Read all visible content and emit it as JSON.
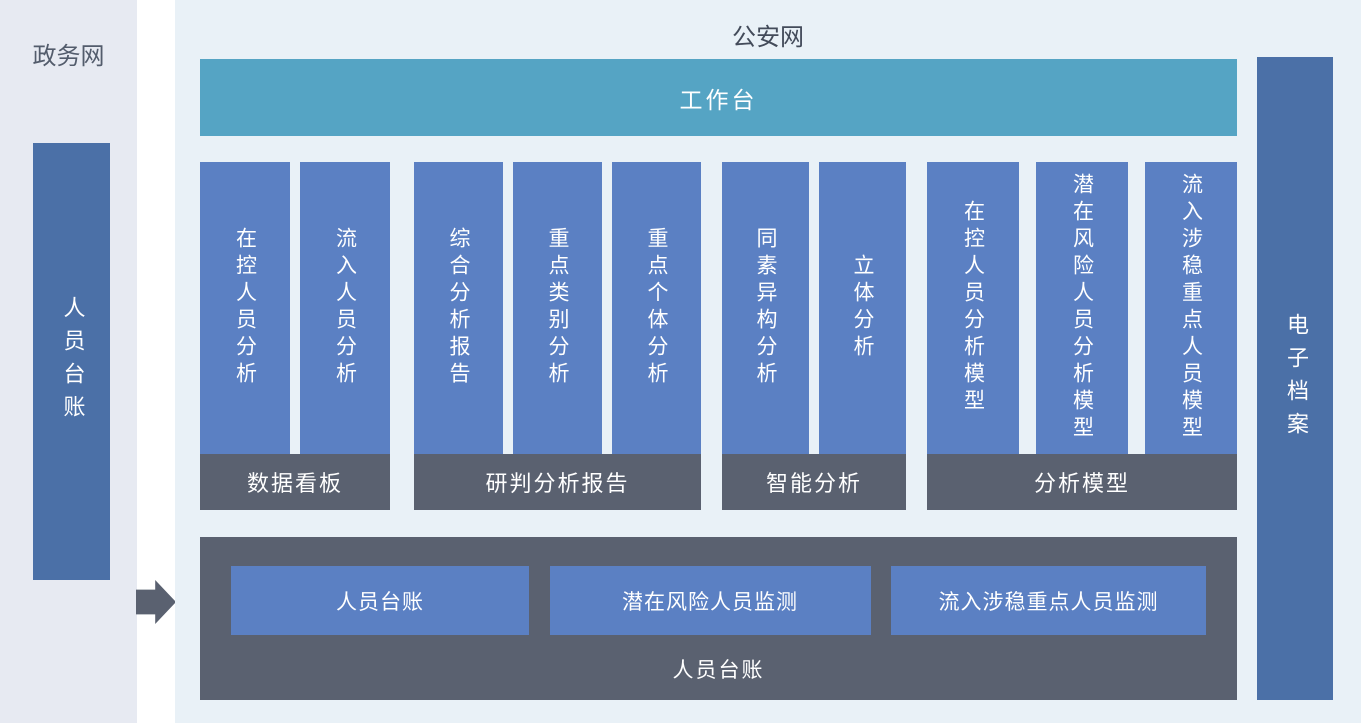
{
  "left_panel": {
    "title": "政务网",
    "ledger_bar": "人员台账"
  },
  "main_panel": {
    "title": "公安网",
    "workbench_label": "工作台",
    "groups": [
      {
        "label": "数据看板",
        "items": [
          "在控人员分析",
          "流入人员分析"
        ]
      },
      {
        "label": "研判分析报告",
        "items": [
          "综合分析报告",
          "重点类别分析",
          "重点个体分析"
        ]
      },
      {
        "label": "智能分析",
        "items": [
          "同素异构分析",
          "立体分析"
        ]
      },
      {
        "label": "分析模型",
        "items": [
          "在控人员分析模型",
          "潜在风险人员分析模型",
          "流入涉稳重点人员模型"
        ]
      }
    ],
    "bottom_panel": {
      "label": "人员台账",
      "buttons": [
        "人员台账",
        "潜在风险人员监测",
        "流入涉稳重点人员监测"
      ]
    },
    "archive_bar": "电子档案"
  },
  "icons": {
    "flow_arrow": "right-arrow"
  },
  "colors": {
    "government_panel_bg": "#e7eaf2",
    "police_panel_bg": "#e9f1f7",
    "workbench_teal": "#55a4c4",
    "module_blue": "#5b80c3",
    "side_bar_blue": "#4b70a7",
    "dark_slate": "#5a6170",
    "title_text": "#434b5a"
  }
}
